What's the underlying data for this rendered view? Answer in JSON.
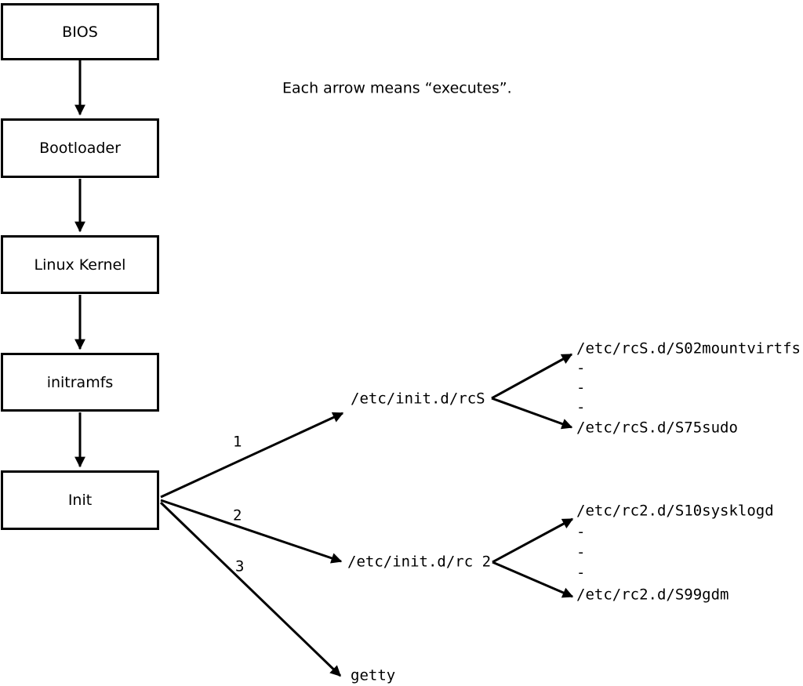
{
  "diagram": {
    "title_note": "Each arrow means “executes”.",
    "chain": [
      {
        "label": "BIOS"
      },
      {
        "label": "Bootloader"
      },
      {
        "label": "Linux Kernel"
      },
      {
        "label": "initramfs"
      },
      {
        "label": "Init"
      }
    ],
    "fans": [
      {
        "number": "1",
        "target": "/etc/init.d/rcS",
        "children": [
          "/etc/rcS.d/S02mountvirtfs",
          "-",
          "-",
          "-",
          "/etc/rcS.d/S75sudo"
        ]
      },
      {
        "number": "2",
        "target": "/etc/init.d/rc 2",
        "children": [
          "/etc/rc2.d/S10sysklogd",
          "-",
          "-",
          "-",
          "/etc/rc2.d/S99gdm"
        ]
      },
      {
        "number": "3",
        "target": "getty",
        "children": []
      }
    ],
    "colors": {
      "line": "#000000",
      "background": "#ffffff"
    }
  }
}
